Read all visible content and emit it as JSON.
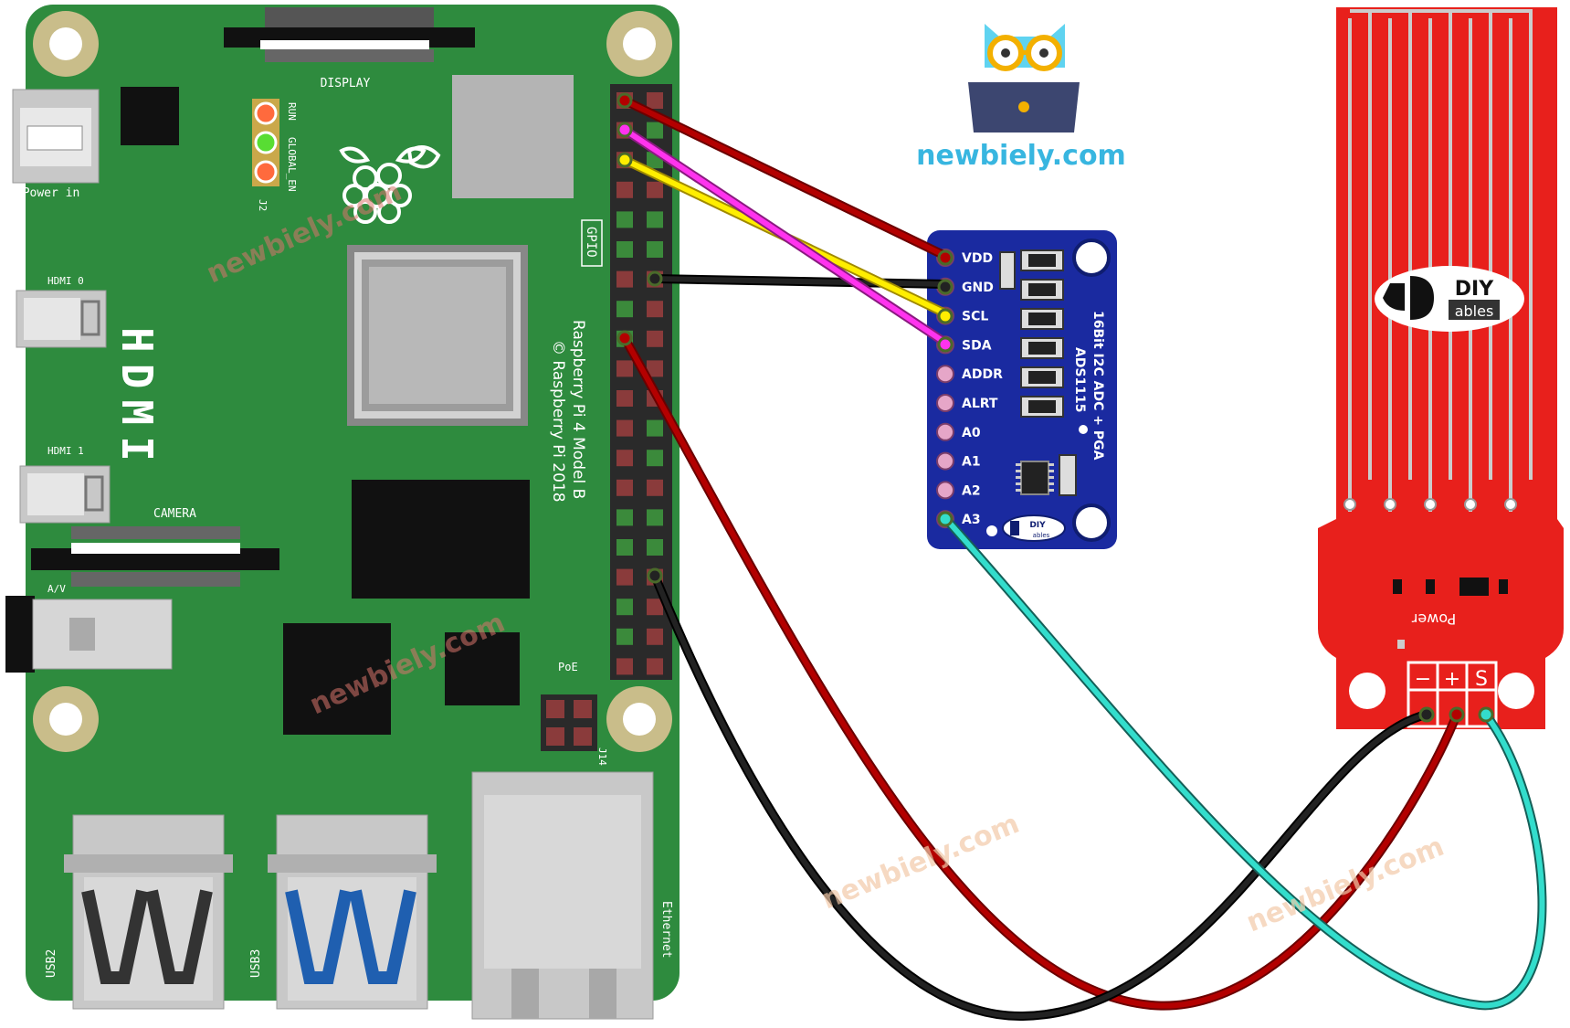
{
  "brand": {
    "site": "newbiely.com",
    "watermark": "newbiely.com"
  },
  "pi": {
    "model": "Raspberry Pi 4 Model B",
    "copyright": "© Raspberry Pi 2018",
    "labels": {
      "display": "DISPLAY",
      "power_in": "Power in",
      "run": "RUN",
      "global_en": "GLOBAL_EN",
      "j2": "J2",
      "gpio": "GPIO",
      "hdmi0": "HDMI 0",
      "hdmi1": "HDMI 1",
      "hdmi_big": "HDMI",
      "camera": "CAMERA",
      "av": "A/V",
      "poe": "PoE",
      "j14": "J14",
      "usb2": "USB2",
      "usb3": "USB3",
      "ethernet": "Ethernet"
    }
  },
  "adc": {
    "pins": [
      "VDD",
      "GND",
      "SCL",
      "SDA",
      "ADDR",
      "ALRT",
      "A0",
      "A1",
      "A2",
      "A3"
    ],
    "title1": "16Bit I2C ADC + PGA",
    "title2": "ADS1115",
    "logo_top": "DIY",
    "logo_bottom": "ables"
  },
  "sensor": {
    "logo_top": "DIY",
    "logo_bottom": "ables",
    "power": "Power",
    "pins": [
      "−",
      "+",
      "S"
    ]
  },
  "colors": {
    "pi_board": "#2e8b3e",
    "adc_board": "#1a2aa0",
    "sensor_board": "#e8201c",
    "wire_red": "#b30000",
    "wire_black": "#1a1a1a",
    "wire_yellow": "#ffee00",
    "wire_magenta": "#ff33ee",
    "wire_cyan": "#33ddcc"
  }
}
